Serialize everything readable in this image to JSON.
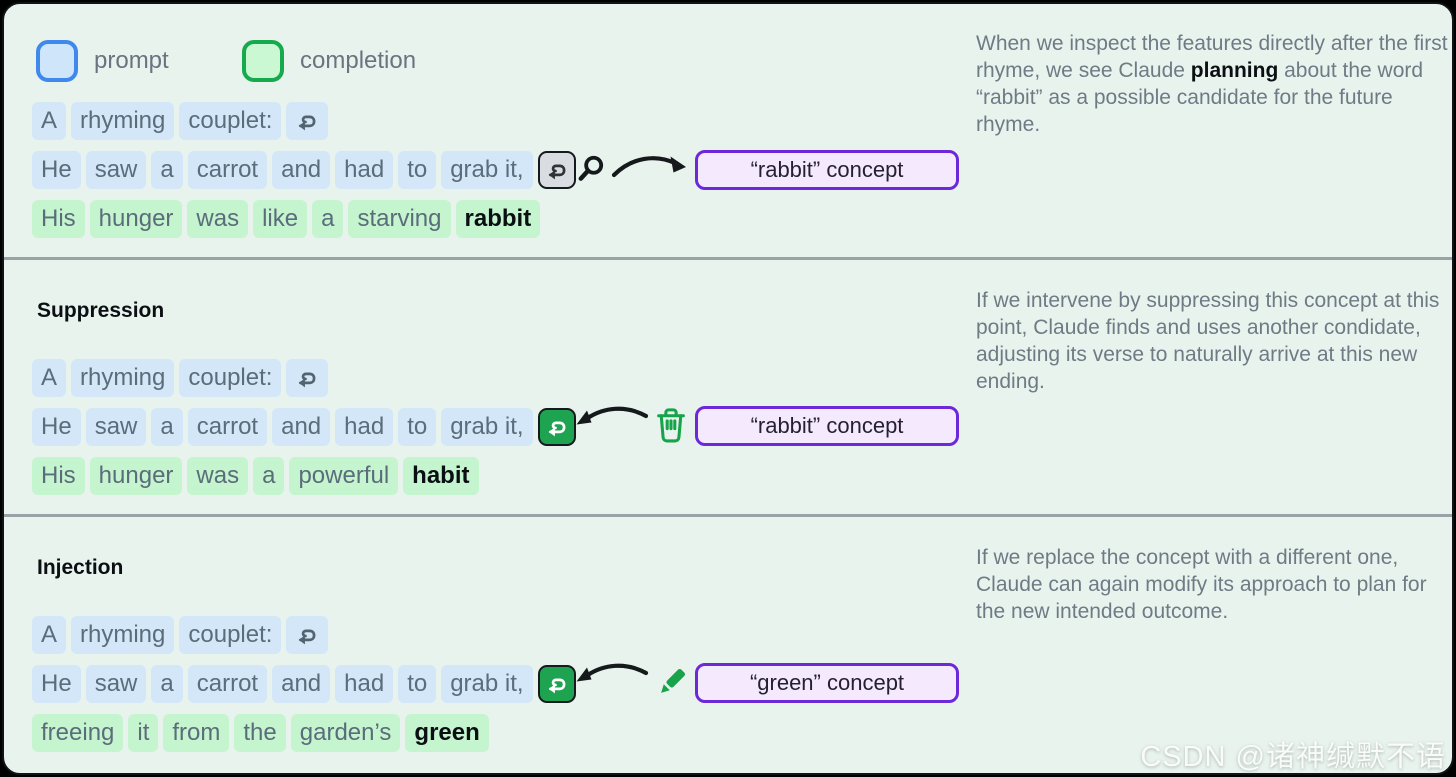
{
  "legend": {
    "prompt": "prompt",
    "completion": "completion"
  },
  "sections": {
    "inspection": {
      "prompt_line1": [
        "A",
        "rhyming",
        "couplet:"
      ],
      "prompt_line2": [
        "He",
        "saw",
        "a",
        "carrot",
        "and",
        "had",
        "to",
        "grab it,"
      ],
      "completion_line": [
        "His",
        "hunger",
        "was",
        "like",
        "a",
        "starving",
        {
          "text": "rabbit",
          "bold": true
        }
      ],
      "concept": "“rabbit” concept",
      "note": {
        "before": "When we inspect the features directly after the first rhyme, we see Claude ",
        "bold": "planning",
        "after": " about the word “rabbit” as a possible candidate for the future rhyme."
      }
    },
    "suppression": {
      "heading": "Suppression",
      "prompt_line1": [
        "A",
        "rhyming",
        "couplet:"
      ],
      "prompt_line2": [
        "He",
        "saw",
        "a",
        "carrot",
        "and",
        "had",
        "to",
        "grab it,"
      ],
      "completion_line": [
        "His",
        "hunger",
        "was",
        "a",
        "powerful",
        {
          "text": "habit",
          "bold": true
        }
      ],
      "concept": "“rabbit” concept",
      "note": {
        "before": "If we intervene by suppressing this concept at this point, Claude finds and uses another condidate, adjusting its verse to naturally arrive at this new ending.",
        "bold": "",
        "after": ""
      }
    },
    "injection": {
      "heading": "Injection",
      "prompt_line1": [
        "A",
        "rhyming",
        "couplet:"
      ],
      "prompt_line2": [
        "He",
        "saw",
        "a",
        "carrot",
        "and",
        "had",
        "to",
        "grab it,"
      ],
      "completion_line": [
        "freeing",
        "it",
        "from",
        "the",
        "garden’s",
        {
          "text": "green",
          "bold": true
        }
      ],
      "concept": "“green” concept",
      "note": {
        "before": "If we replace the concept with a different one, Claude can again modify its approach to plan for the new intended outcome.",
        "bold": "",
        "after": ""
      }
    }
  },
  "icons": [
    "return-key",
    "magnifier",
    "curved-arrow",
    "trash",
    "pencil"
  ],
  "colors": {
    "background": "#e9f3ee",
    "prompt_fill": "#d3e7f9",
    "prompt_border": "#3f88ec",
    "completion_fill": "#c5f5cf",
    "completion_border": "#17a94e",
    "concept_border": "#6d28d9",
    "concept_fill": "#f5eafd",
    "accent_green": "#17a34a",
    "return_key_green": "#1ea351"
  },
  "watermark": "CSDN @诸神缄默不语"
}
